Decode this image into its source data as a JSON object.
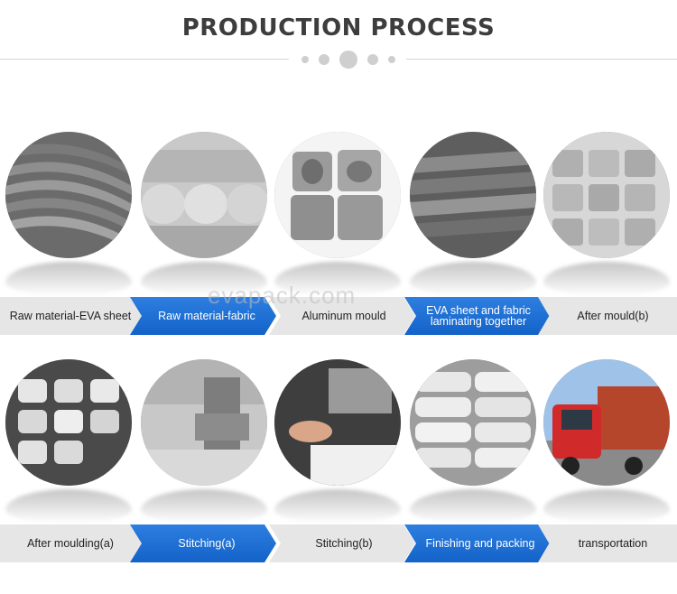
{
  "header": {
    "title": "PRODUCTION PROCESS"
  },
  "watermark": "evapack.com",
  "colors": {
    "blue_step": "#1a6fd6",
    "gray_step": "#e6e6e6",
    "title": "#3d3d3d"
  },
  "row1": [
    {
      "label": "Raw material-EVA sheet",
      "image": "stacked-eva-sheets-photo"
    },
    {
      "label": "Raw material-fabric",
      "image": "fabric-rolls-photo"
    },
    {
      "label": "Aluminum mould",
      "image": "aluminum-mould-photo"
    },
    {
      "label": "EVA sheet and fabric laminating together",
      "image": "laminated-sheets-photo"
    },
    {
      "label": "After mould(b)",
      "image": "moulded-trays-photo"
    }
  ],
  "row2": [
    {
      "label": "After moulding(a)",
      "image": "moulded-shells-photo"
    },
    {
      "label": "Stitching(a)",
      "image": "sewing-machine-photo"
    },
    {
      "label": "Stitching(b)",
      "image": "hand-stitching-photo"
    },
    {
      "label": "Finishing and packing",
      "image": "packed-bags-photo"
    },
    {
      "label": "transportation",
      "image": "truck-container-photo"
    }
  ]
}
